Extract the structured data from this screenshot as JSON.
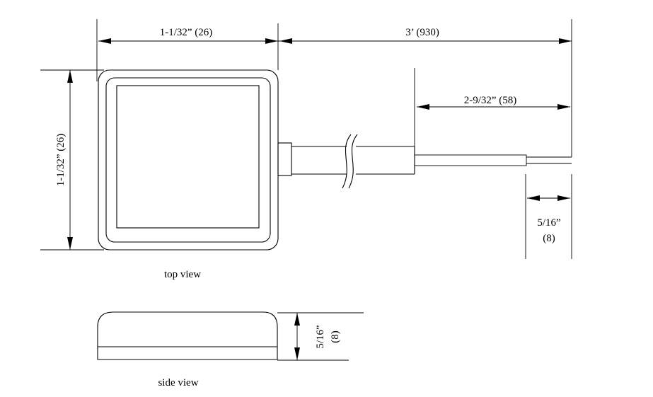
{
  "dimensions": {
    "top_width": "1-1/32” (26)",
    "cable_length": "3’ (930)",
    "strip_length": "2-9/32” (58)",
    "top_height": "1-1/32” (26)",
    "lead_length_in": "5/16”",
    "lead_length_mm": "(8)",
    "side_height_in": "5/16”",
    "side_height_mm": "(8)"
  },
  "views": {
    "top": "top view",
    "side": "side view"
  },
  "colors": {
    "ink": "#000000",
    "paper": "#ffffff"
  }
}
